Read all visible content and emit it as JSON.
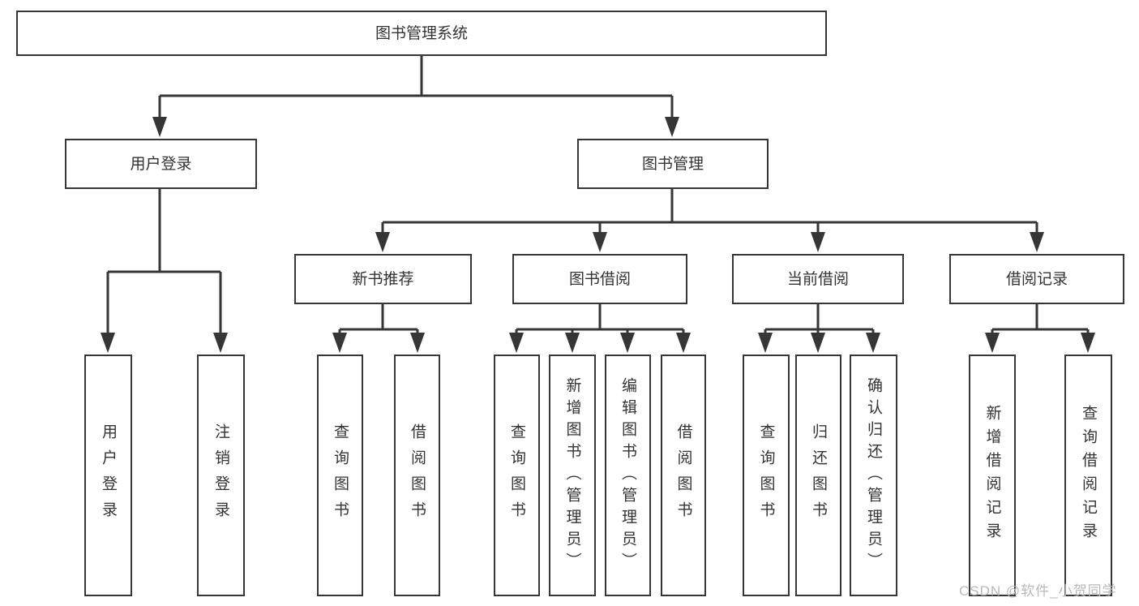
{
  "root": {
    "label": "图书管理系统"
  },
  "level2": [
    {
      "label": "用户登录"
    },
    {
      "label": "图书管理"
    }
  ],
  "level3": [
    {
      "label": "新书推荐"
    },
    {
      "label": "图书借阅"
    },
    {
      "label": "当前借阅"
    },
    {
      "label": "借阅记录"
    }
  ],
  "leaves": {
    "user_login": [
      "用户登录",
      "注销登录"
    ],
    "new_book": [
      "查询图书",
      "借阅图书"
    ],
    "borrow": [
      "查询图书",
      "新增图书（管理员）",
      "编辑图书（管理员）",
      "借阅图书"
    ],
    "current": [
      "查询图书",
      "归还图书",
      "确认归还（管理员）"
    ],
    "records": [
      "新增借阅记录",
      "查询借阅记录"
    ]
  },
  "watermark": "CSDN @软件_小贺同学",
  "colors": {
    "line": "#363636",
    "text": "#333333",
    "watermark": "#b9b9b9",
    "background": "#ffffff"
  }
}
